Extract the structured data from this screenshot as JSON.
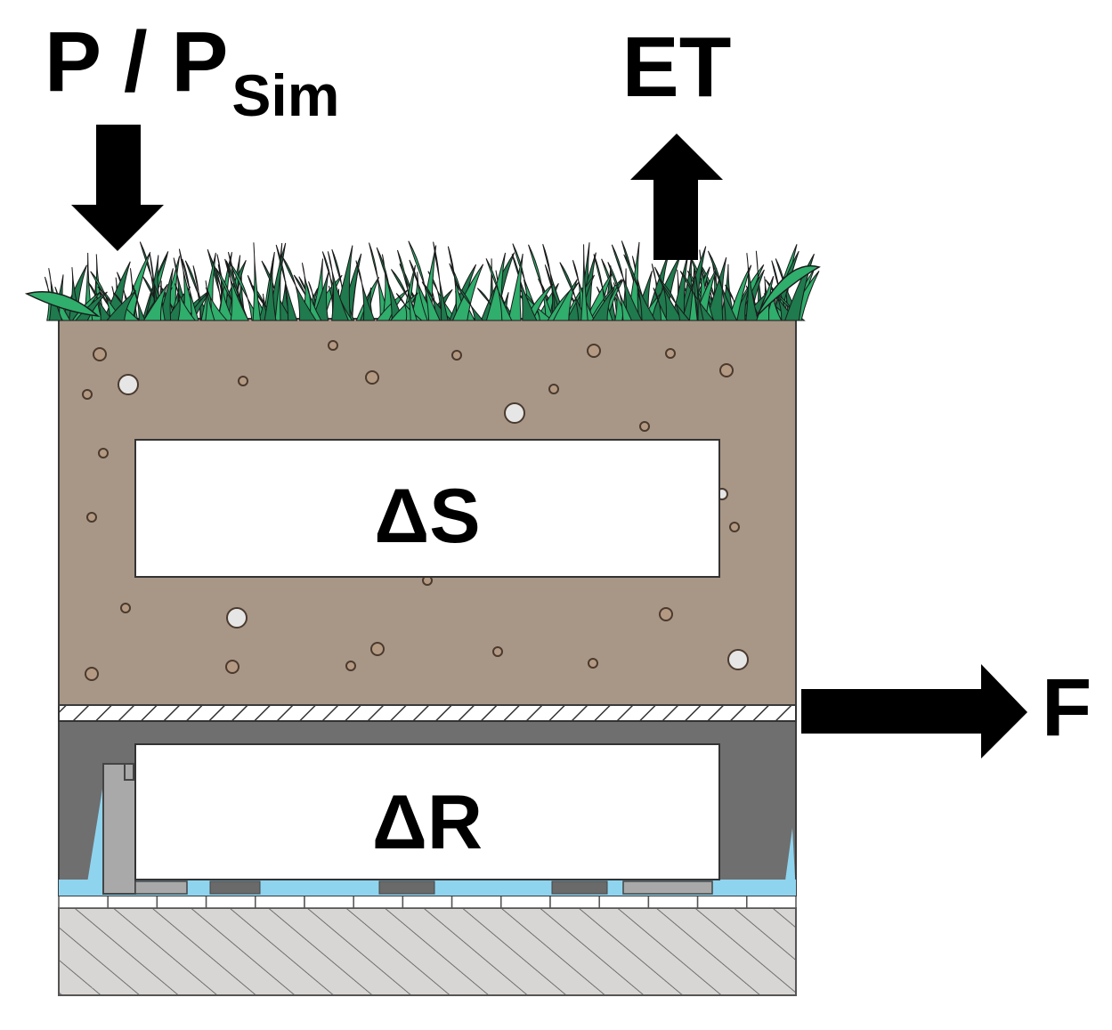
{
  "labels": {
    "precip_main": "P / P",
    "precip_sub": "Sim",
    "evapotranspiration": "ET",
    "storage_change": "ΔS",
    "retention_change": "ΔR",
    "flow": "F"
  },
  "colors": {
    "soil": "#a89686",
    "soil_outline": "#3a3a3a",
    "pebble_brown": "#b59a83",
    "pebble_white": "#e6e6e6",
    "grass_dark": "#1f7a4d",
    "grass_light": "#2fae6c",
    "grass_stroke": "#1a1a1a",
    "drainage_dark": "#6f6f6f",
    "drainage_light": "#a9a9a9",
    "water": "#8fd4ef",
    "base": "#d8d6d4",
    "arrow": "#000000",
    "box_fill": "#ffffff"
  }
}
